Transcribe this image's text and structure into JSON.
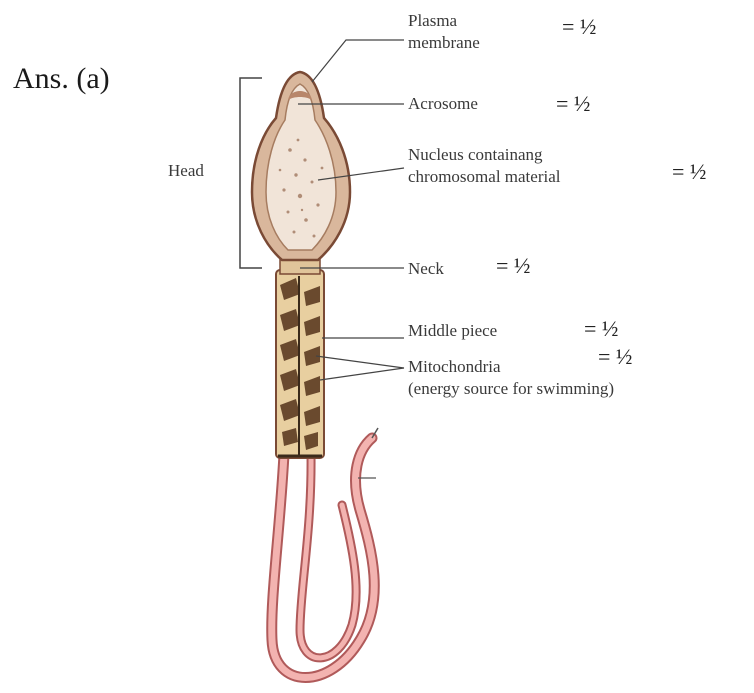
{
  "answer_label": "Ans. (a)",
  "head_label": "Head",
  "labels": {
    "plasma_membrane": [
      "Plasma",
      "membrane"
    ],
    "acrosome": "Acrosome",
    "nucleus": [
      "Nucleus containang",
      "chromosomal material"
    ],
    "neck": "Neck",
    "middle_piece": "Middle piece",
    "mitochondria": [
      "Mitochondria",
      "(energy source for swimming)"
    ]
  },
  "marks": {
    "plasma_membrane": "= ½",
    "acrosome": "= ½",
    "nucleus": "= ½",
    "neck": "= ½",
    "middle_piece": "= ½",
    "mitochondria": "= ½"
  },
  "colors": {
    "head_fill": "#d9b79c",
    "head_outline": "#7a4a35",
    "nucleus_fill": "#f1e4d8",
    "midpiece_fill": "#e8cfa0",
    "mitochondria": "#6a4a2e",
    "tail_fill": "#f3b3b0",
    "tail_outline": "#b05a5a",
    "leader_line": "#444444"
  }
}
